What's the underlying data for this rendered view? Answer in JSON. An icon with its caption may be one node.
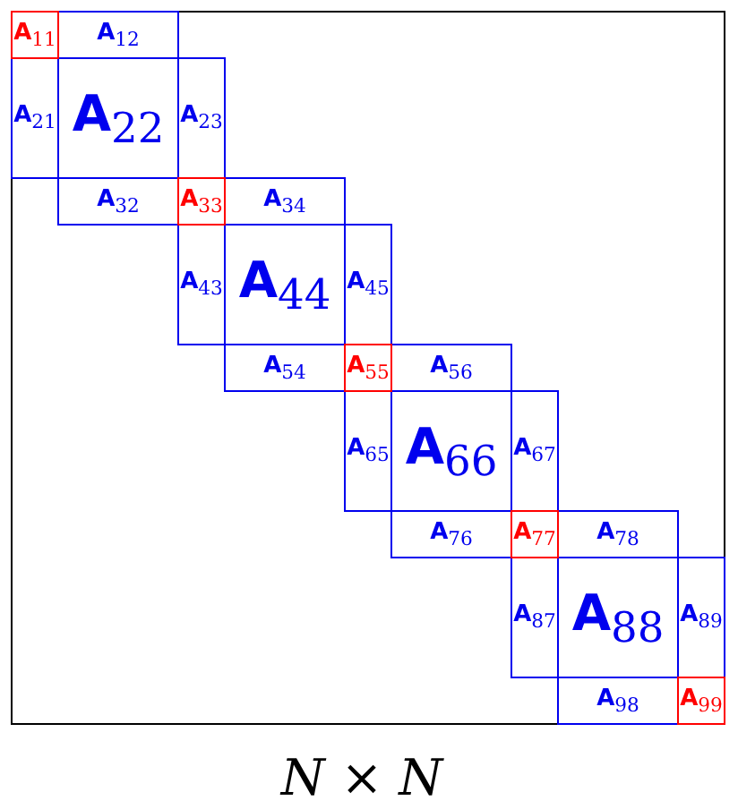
{
  "diagram": {
    "caption": "*N* × *N*",
    "nodes": [
      {
        "text": [],
        "shape": "box"
      },
      {
        "text": [
          "A$_{11}$"
        ],
        "in": 0
      },
      {
        "text": [
          "A$_{12}$"
        ],
        "in": 0
      },
      {
        "text": [
          "A$_{21}$"
        ],
        "in": 0
      },
      {
        "text": [
          "A$_{22}$"
        ],
        "in": 0
      },
      {
        "text": [
          "A$_{23}$"
        ],
        "in": 0
      },
      {
        "text": [
          "A$_{32}$"
        ],
        "in": 0
      },
      {
        "text": [
          "A$_{33}$"
        ],
        "in": 0
      },
      {
        "text": [
          "A$_{34}$"
        ],
        "in": 0
      },
      {
        "text": [
          "A$_{43}$"
        ],
        "in": 0
      },
      {
        "text": [
          "A$_{44}$"
        ],
        "in": 0
      },
      {
        "text": [
          "A$_{45}$"
        ],
        "in": 0
      },
      {
        "text": [
          "A$_{54}$"
        ],
        "in": 0
      },
      {
        "text": [
          "A$_{55}$"
        ],
        "in": 0
      },
      {
        "text": [
          "A$_{56}$"
        ],
        "in": 0
      },
      {
        "text": [
          "A$_{65}$"
        ],
        "in": 0
      },
      {
        "text": [
          "A$_{66}$"
        ],
        "in": 0
      },
      {
        "text": [
          "A$_{67}$"
        ],
        "in": 0
      },
      {
        "text": [
          "A$_{76}$"
        ],
        "in": 0
      },
      {
        "text": [
          "A$_{77}$"
        ],
        "in": 0
      },
      {
        "text": [
          "A$_{78}$"
        ],
        "in": 0
      },
      {
        "text": [
          "A$_{87}$"
        ],
        "in": 0
      },
      {
        "text": [
          "A$_{88}$"
        ],
        "in": 0
      },
      {
        "text": [
          "A$_{89}$"
        ],
        "in": 0
      },
      {
        "text": [
          "A$_{98}$"
        ],
        "in": 0
      },
      {
        "text": [
          "A$_{99}$"
        ],
        "in": 0
      }
    ]
  }
}
